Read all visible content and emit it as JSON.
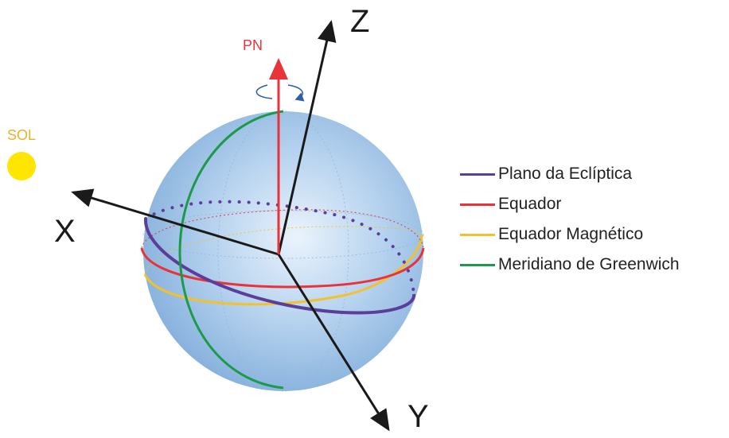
{
  "labels": {
    "north_pole": "PN",
    "sun": "SOL",
    "axis_x": "X",
    "axis_y": "Y",
    "axis_z": "Z"
  },
  "legend": [
    {
      "label": "Plano da Eclíptica",
      "color": "#5b3d9a"
    },
    {
      "label": "Equador",
      "color": "#e8333a"
    },
    {
      "label": "Equador Magnético",
      "color": "#f2c12e"
    },
    {
      "label": "Meridiano de Greenwich",
      "color": "#1b9a4a"
    }
  ],
  "colors": {
    "sphere_light": "#e8f1fb",
    "sphere_mid": "#a9c9ea",
    "sphere_dark": "#6f9fd3",
    "sun": "#ffe600",
    "sun_label": "#e8b02c",
    "north_pole_arrow": "#e8333a",
    "axes": "#1a1a1a",
    "rotation_arrow": "#2f5fa7"
  }
}
